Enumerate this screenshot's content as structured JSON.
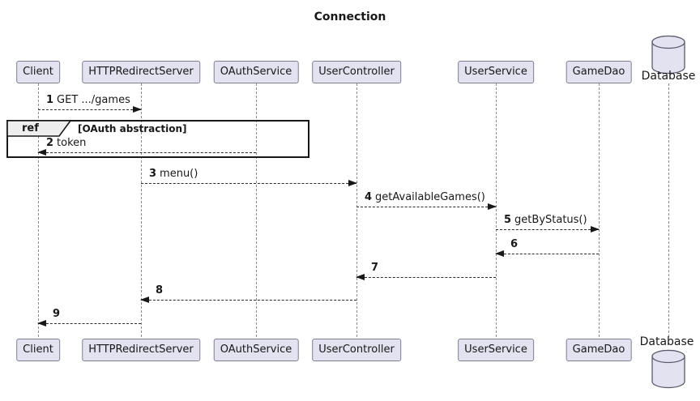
{
  "title": "Connection",
  "colors": {
    "participant_fill": "#E2E2F0",
    "participant_border": "#7d7d93",
    "lifeline": "#8c8c8c",
    "arrow": "#181818",
    "ref_header_fill": "#EEEEEE",
    "frame_border": "#181818"
  },
  "participants": [
    {
      "label": "Client",
      "type": "box"
    },
    {
      "label": "HTTPRedirectServer",
      "type": "box"
    },
    {
      "label": "OAuthService",
      "type": "box"
    },
    {
      "label": "UserController",
      "type": "box"
    },
    {
      "label": "UserService",
      "type": "box"
    },
    {
      "label": "GameDao",
      "type": "box"
    },
    {
      "label": "Database",
      "type": "database"
    }
  ],
  "ref": {
    "keyword": "ref",
    "condition": "[OAuth abstraction]"
  },
  "messages": [
    {
      "seq": "1",
      "text": "GET .../games",
      "from": "Client",
      "to": "HTTPRedirectServer"
    },
    {
      "seq": "2",
      "text": "token",
      "from": "OAuthService",
      "to": "Client"
    },
    {
      "seq": "3",
      "text": "menu()",
      "from": "HTTPRedirectServer",
      "to": "UserController"
    },
    {
      "seq": "4",
      "text": "getAvailableGames()",
      "from": "UserController",
      "to": "UserService"
    },
    {
      "seq": "5",
      "text": "getByStatus()",
      "from": "UserService",
      "to": "GameDao"
    },
    {
      "seq": "6",
      "text": "",
      "from": "GameDao",
      "to": "UserService"
    },
    {
      "seq": "7",
      "text": "",
      "from": "UserService",
      "to": "UserController"
    },
    {
      "seq": "8",
      "text": "",
      "from": "UserController",
      "to": "HTTPRedirectServer"
    },
    {
      "seq": "9",
      "text": "",
      "from": "HTTPRedirectServer",
      "to": "Client"
    }
  ]
}
